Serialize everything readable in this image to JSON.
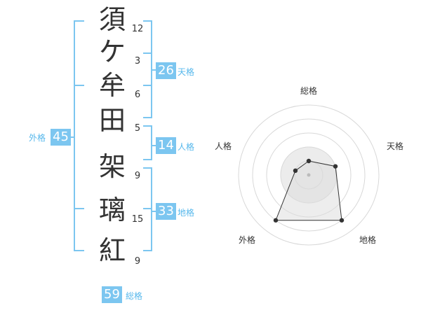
{
  "name": {
    "chars": [
      {
        "char": "須",
        "strokes": "12"
      },
      {
        "char": "ケ",
        "strokes": "3"
      },
      {
        "char": "牟",
        "strokes": "6"
      },
      {
        "char": "田",
        "strokes": "5"
      },
      {
        "char": "架",
        "strokes": "9"
      },
      {
        "char": "璃",
        "strokes": "15"
      },
      {
        "char": "紅",
        "strokes": "9"
      }
    ]
  },
  "kakusu": {
    "tenkaku": {
      "value": "26",
      "label": "天格"
    },
    "jinkaku": {
      "value": "14",
      "label": "人格"
    },
    "chikaku": {
      "value": "33",
      "label": "地格"
    },
    "gaikaku": {
      "value": "45",
      "label": "外格"
    },
    "soukaku": {
      "value": "59",
      "label": "総格"
    }
  },
  "radar": {
    "labels": {
      "top": "総格",
      "right": "天格",
      "bottom_right": "地格",
      "bottom_left": "外格",
      "left": "人格"
    },
    "max": 5,
    "values": {
      "soukaku": 1.0,
      "tenkaku": 2.0,
      "chikaku": 4.0,
      "gaikaku": 4.0,
      "jinkaku": 1.0
    }
  },
  "colors": {
    "accent": "#7cc6f0",
    "accent_text": "#57b8ec",
    "text": "#333333"
  }
}
